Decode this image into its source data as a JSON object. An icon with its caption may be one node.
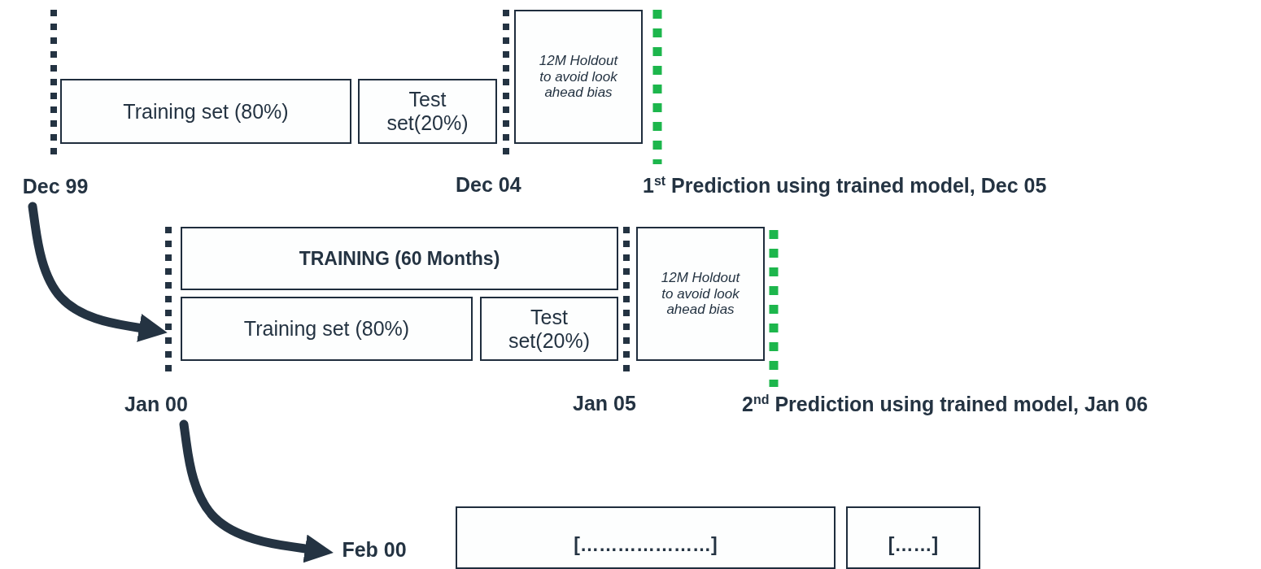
{
  "diagram": {
    "nodes": [
      {
        "text": [
          "Training set (80%)"
        ]
      },
      {
        "text": [
          "Test set(20%)"
        ]
      },
      {
        "text": [
          "12M Holdout to avoid look ahead bias"
        ]
      },
      {
        "text": [
          "TRAINING (60 Months)"
        ]
      },
      {
        "text": [
          "Training set (80%)"
        ]
      },
      {
        "text": [
          "Test set(20%)"
        ]
      },
      {
        "text": [
          "12M Holdout to avoid look ahead bias"
        ]
      },
      {
        "text": [
          "[…………………]"
        ]
      },
      {
        "text": [
          "[……]"
        ]
      },
      {
        "text": [
          "Dec 99"
        ]
      },
      {
        "text": [
          "Jan 00"
        ]
      },
      {
        "text": [
          "Feb 00"
        ]
      }
    ],
    "edges": [
      {
        "from": 9,
        "to": 4,
        "arrow": "to"
      },
      {
        "from": 10,
        "to": 11,
        "arrow": "to"
      }
    ],
    "labels": [
      "Dec 04",
      "1$^{st}$ Prediction using trained model, Dec 05",
      "Jan 05",
      "2$^{nd}$ Prediction using trained model, Jan 06"
    ]
  }
}
